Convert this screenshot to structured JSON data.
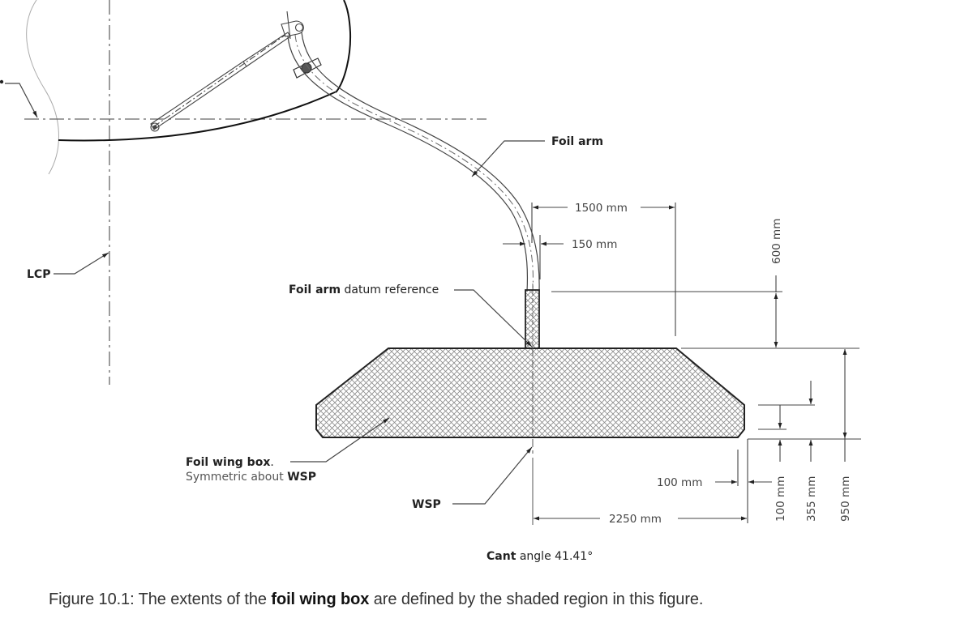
{
  "figure": {
    "caption_prefix": "Figure 10.1: The extents of the ",
    "caption_bold": "foil wing box",
    "caption_suffix": " are defined by the shaded region in this figure."
  },
  "labels": {
    "foil_arm": "Foil arm",
    "lcp": "LCP",
    "datum_bold": "Foil arm",
    "datum_rest": " datum reference",
    "wing_box_bold": "Foil wing box",
    "wing_box_period": ".",
    "symmetric_prefix": "Symmetric about ",
    "symmetric_bold": "WSP",
    "wsp": "WSP",
    "cant_bold": "Cant",
    "cant_rest": " angle 41.41°"
  },
  "dimensions": {
    "width_top": "1500 mm",
    "arm_width": "150 mm",
    "height_above": "600 mm",
    "bottom_offset": "100 mm",
    "half_width": "2250 mm",
    "v_100": "100 mm",
    "v_355": "355 mm",
    "v_950": "950 mm"
  },
  "colors": {
    "line": "#222222",
    "thin": "#555555",
    "hatch": "#8a8a8a",
    "centerline": "#666666"
  }
}
